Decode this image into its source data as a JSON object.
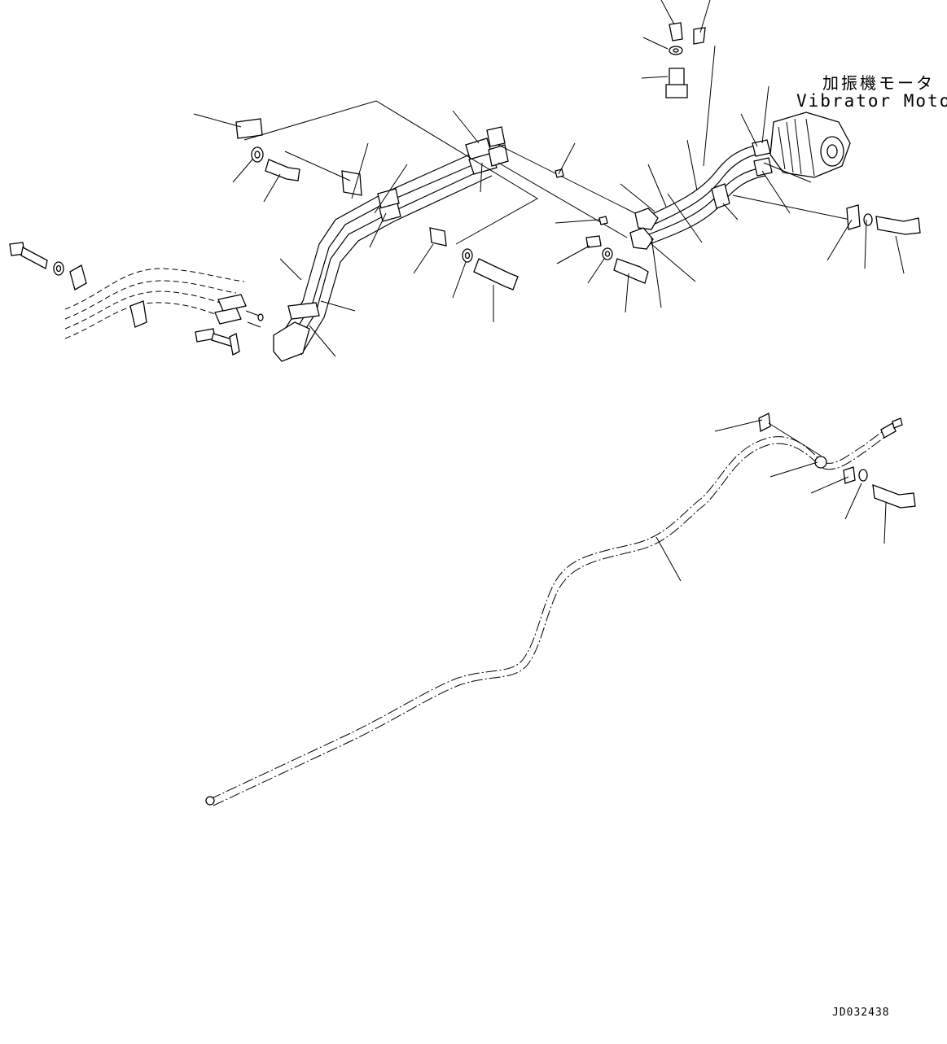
{
  "component_label_jp": "加振機モータ",
  "component_label_en": "Vibrator Motor",
  "drawing_id": "JD032438"
}
